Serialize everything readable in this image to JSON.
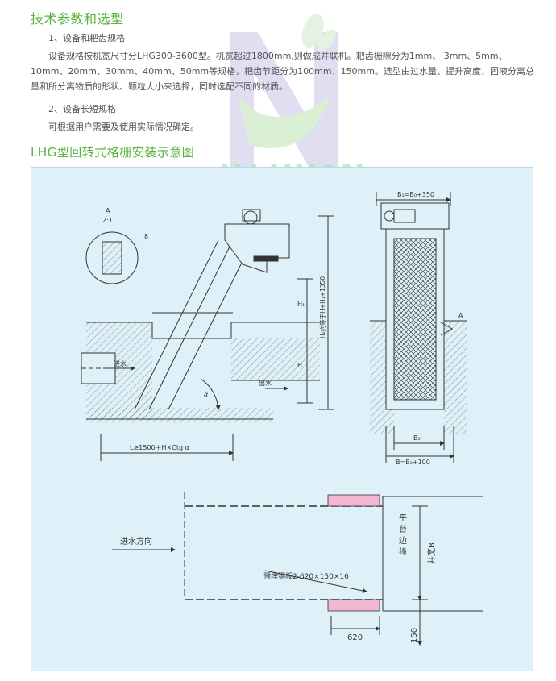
{
  "section1": {
    "title": "技术参数和选型",
    "item1_title": "1、设备和耙齿规格",
    "item1_text": "设备规格按机宽尺寸分LHG300-3600型。机宽超过1800mm,则做成并联机。耙齿栅隙分为1mm、 3mm、5mm、10mm、20mm、30mm、40mm、50mm等规格，耙齿节距分为100mm、150mm。选型由过水量、提升高度、固液分离总量和所分离物质的形状、颗粒大小来选择，同时选配不同的材质。",
    "item2_title": "2、设备长短规格",
    "item2_text": "可根据用户需要及使用实际情况确定。"
  },
  "section2": {
    "title": "LHG型回转式格栅安装示意图"
  },
  "watermark": {
    "text": "LV HUAN"
  },
  "side_view": {
    "detail_label": "A",
    "detail_scale": "2:1",
    "roughness": "8",
    "inflow_label": "进水",
    "outflow_label": "出水",
    "angle_label": "α",
    "h1_label": "H₁",
    "h_label": "H",
    "total_height_label": "H₂约等于H+H₁+1350",
    "length_label": "L≥1500＋H×Ctg α"
  },
  "front_view": {
    "top_width_label": "B₁=B₀+350",
    "inner_width_label": "B₀",
    "bottom_width_label": "B=B₀+100",
    "detail_marker": "A"
  },
  "plan_view": {
    "inflow_direction": "进水方向",
    "embedded_plate": "预埋钢板2-620×150×16",
    "platform_edge": "平台边缘",
    "well_width": "井宽B",
    "dim_620": "620",
    "dim_150": "150"
  },
  "colors": {
    "heading_green": "#57b33c",
    "panel_blue": "#def1f8",
    "embed_pink": "#f2b8d2"
  }
}
